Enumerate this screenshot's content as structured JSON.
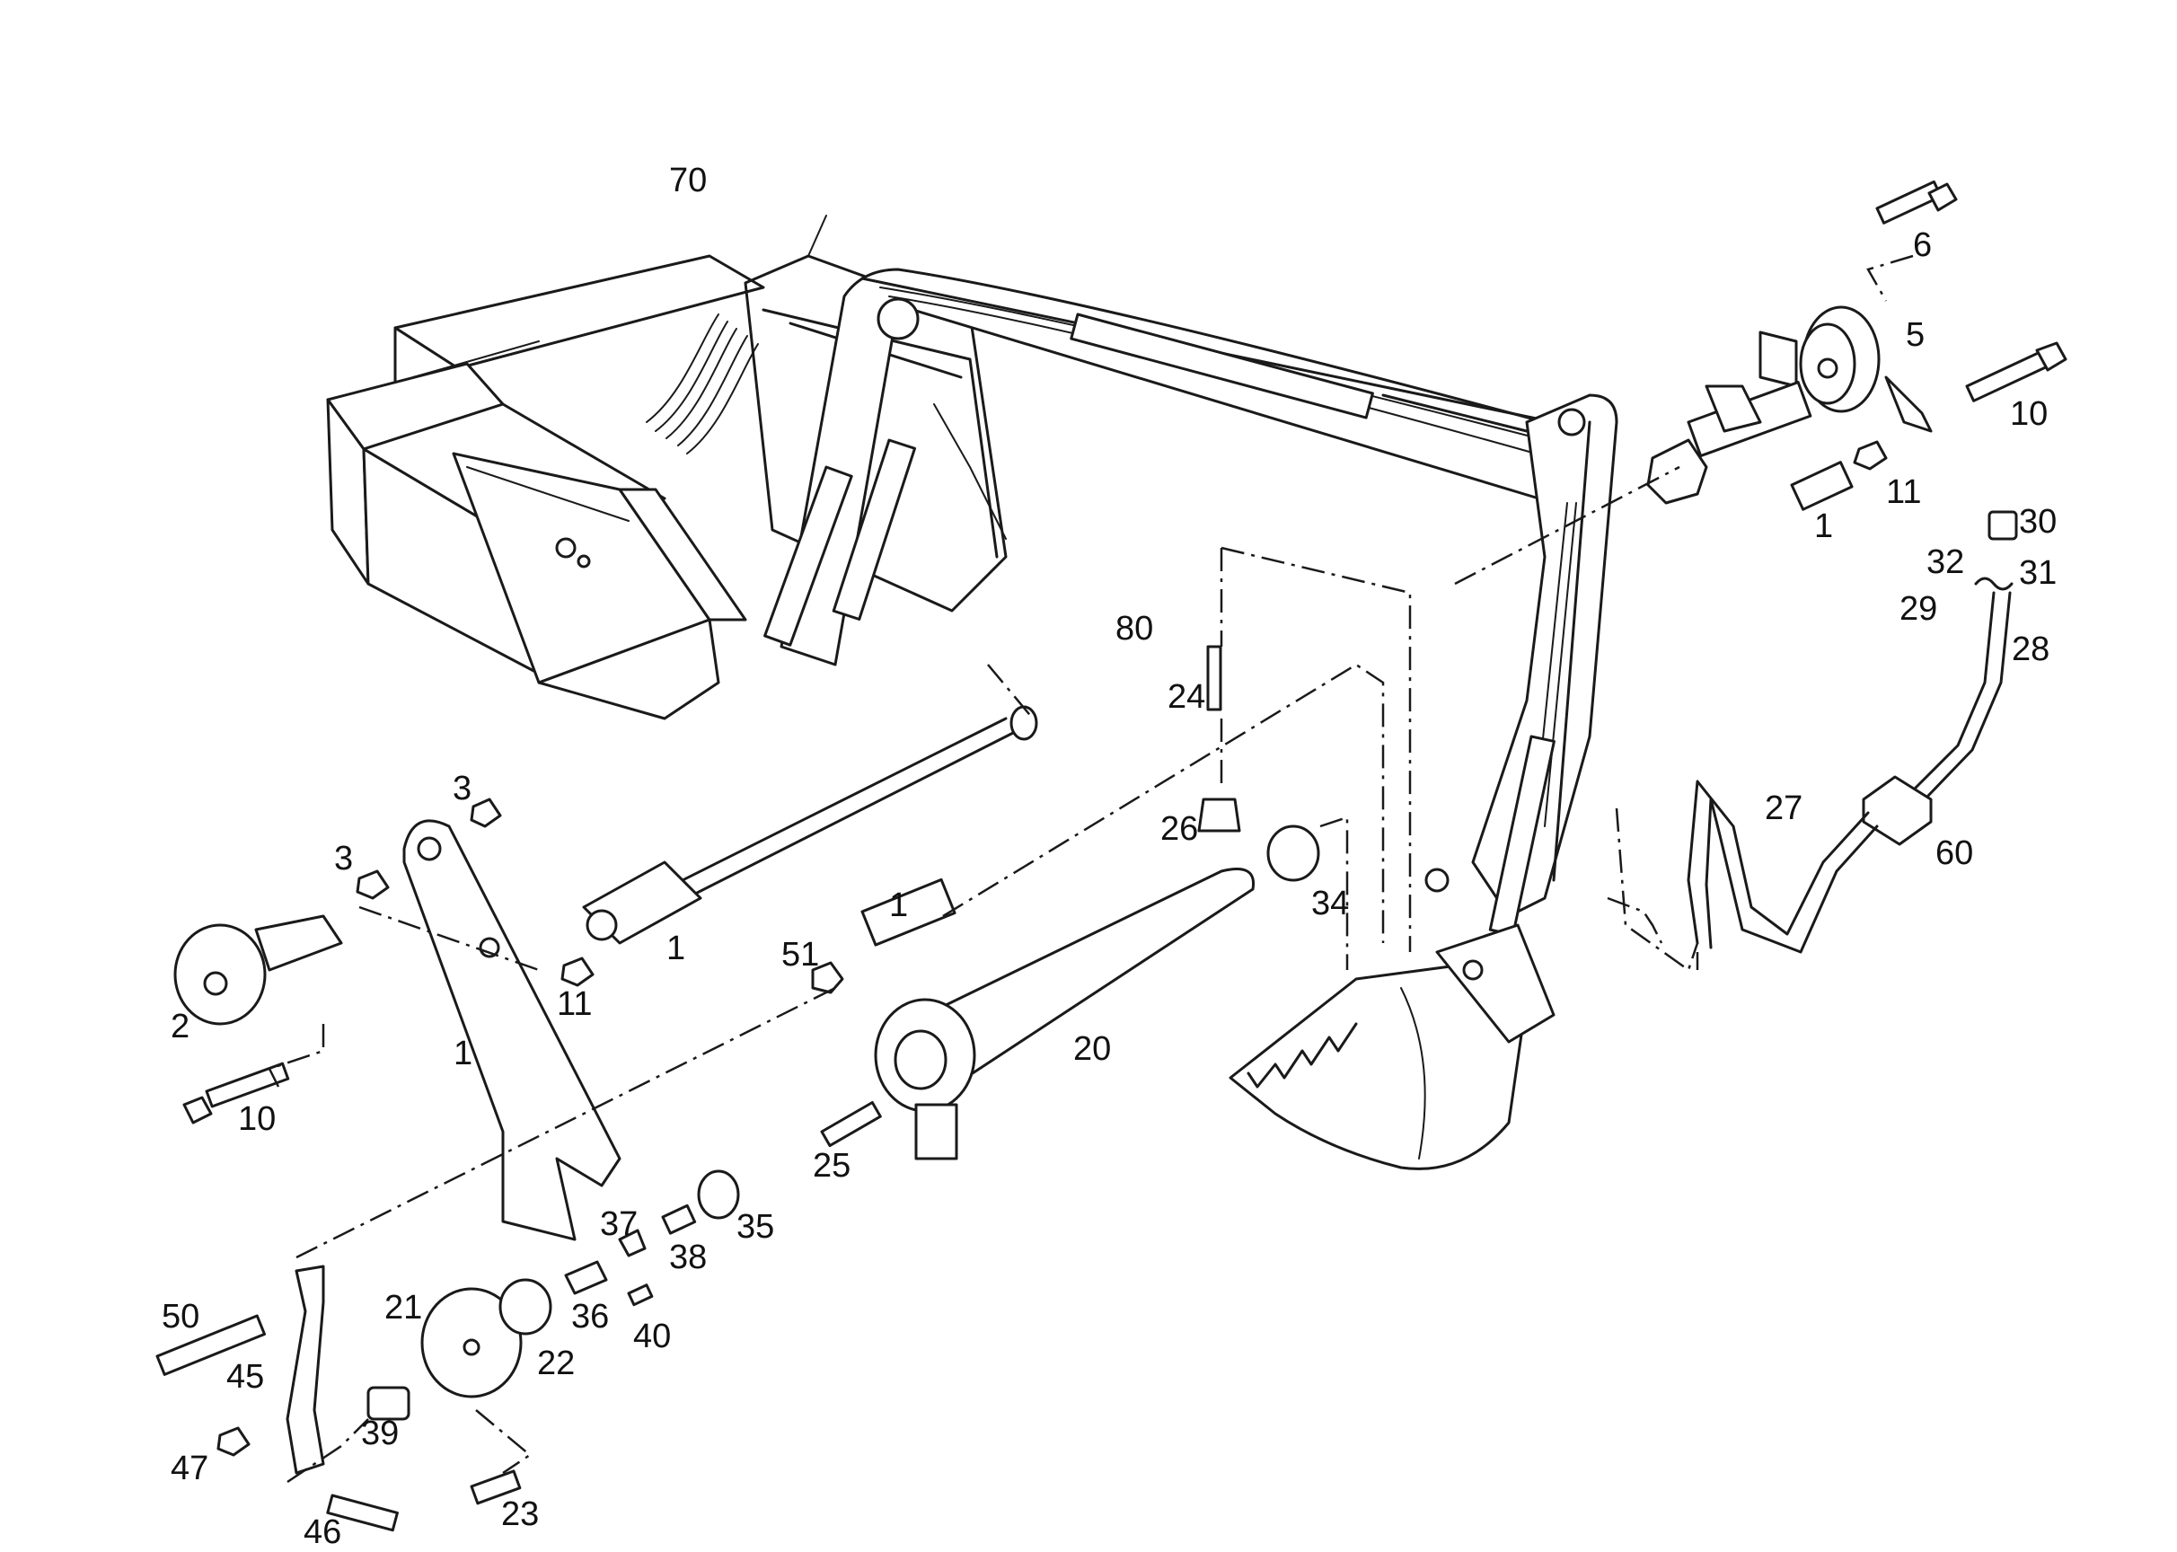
{
  "diagram": {
    "parts": [
      {
        "id": "p70",
        "label": "70"
      },
      {
        "id": "p80",
        "label": "80"
      },
      {
        "id": "p6",
        "label": "6"
      },
      {
        "id": "p5",
        "label": "5"
      },
      {
        "id": "p10a",
        "label": "10"
      },
      {
        "id": "p11a",
        "label": "11"
      },
      {
        "id": "p1a",
        "label": "1"
      },
      {
        "id": "p30",
        "label": "30"
      },
      {
        "id": "p32",
        "label": "32"
      },
      {
        "id": "p31",
        "label": "31"
      },
      {
        "id": "p29",
        "label": "29"
      },
      {
        "id": "p28",
        "label": "28"
      },
      {
        "id": "p24",
        "label": "24"
      },
      {
        "id": "p26",
        "label": "26"
      },
      {
        "id": "p27",
        "label": "27"
      },
      {
        "id": "p60",
        "label": "60"
      },
      {
        "id": "p34",
        "label": "34"
      },
      {
        "id": "p3a",
        "label": "3"
      },
      {
        "id": "p3b",
        "label": "3"
      },
      {
        "id": "p2",
        "label": "2"
      },
      {
        "id": "p11b",
        "label": "11"
      },
      {
        "id": "p1b",
        "label": "1"
      },
      {
        "id": "p1c",
        "label": "1"
      },
      {
        "id": "p1d",
        "label": "1"
      },
      {
        "id": "p51",
        "label": "51"
      },
      {
        "id": "p10b",
        "label": "10"
      },
      {
        "id": "p20",
        "label": "20"
      },
      {
        "id": "p25",
        "label": "25"
      },
      {
        "id": "p35",
        "label": "35"
      },
      {
        "id": "p37",
        "label": "37"
      },
      {
        "id": "p38",
        "label": "38"
      },
      {
        "id": "p36",
        "label": "36"
      },
      {
        "id": "p40",
        "label": "40"
      },
      {
        "id": "p21",
        "label": "21"
      },
      {
        "id": "p22",
        "label": "22"
      },
      {
        "id": "p50",
        "label": "50"
      },
      {
        "id": "p45",
        "label": "45"
      },
      {
        "id": "p39",
        "label": "39"
      },
      {
        "id": "p47",
        "label": "47"
      },
      {
        "id": "p46",
        "label": "46"
      },
      {
        "id": "p23",
        "label": "23"
      }
    ]
  },
  "colors": {
    "line": "#1a1a1a",
    "background": "#ffffff"
  }
}
